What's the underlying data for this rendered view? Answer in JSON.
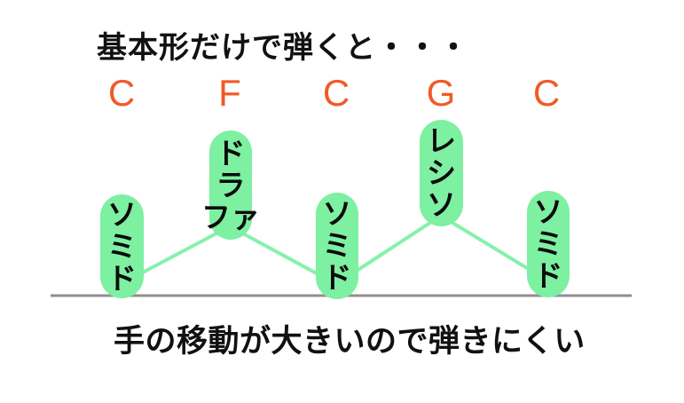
{
  "title": "基本形だけで弾くと・・・",
  "caption": "手の移動が大きいので弾きにくい",
  "colors": {
    "chord_label": "#F15A29",
    "note_pill": "#7DF0A2",
    "connection_line": "#86F1AC",
    "ground_line": "#8F8F8F",
    "text": "#111111"
  },
  "chords": [
    {
      "label": "C",
      "notes": [
        "ソ",
        "ミ",
        "ド"
      ]
    },
    {
      "label": "F",
      "notes": [
        "ド",
        "ラ",
        "ファ"
      ]
    },
    {
      "label": "C",
      "notes": [
        "ソ",
        "ミ",
        "ド"
      ]
    },
    {
      "label": "G",
      "notes": [
        "レ",
        "シ",
        "ソ"
      ]
    },
    {
      "label": "C",
      "notes": [
        "ソ",
        "ミ",
        "ド"
      ]
    }
  ]
}
